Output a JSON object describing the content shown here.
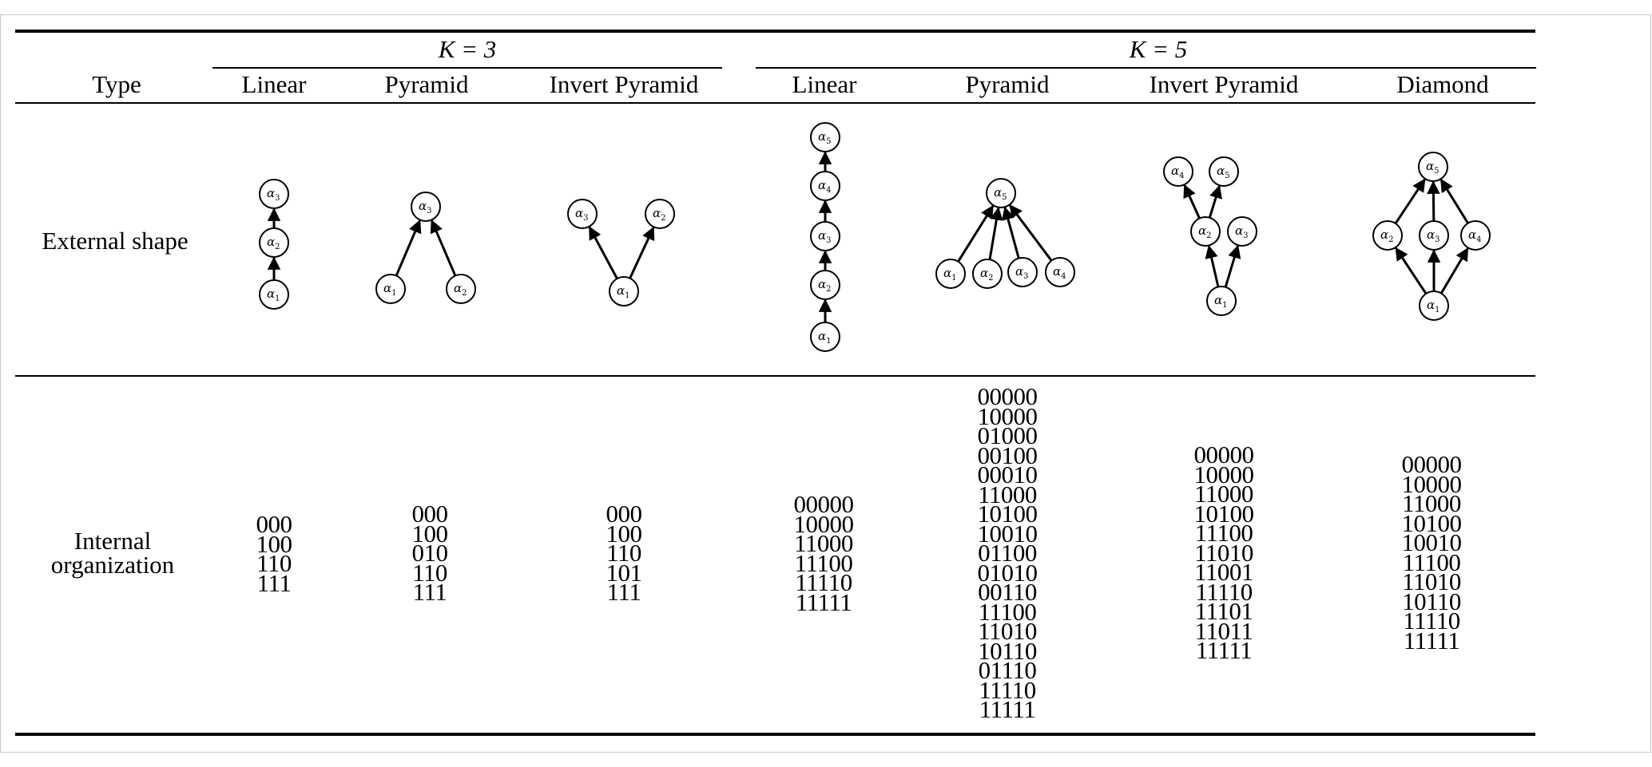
{
  "table": {
    "header": {
      "type_label": "Type",
      "groups": [
        {
          "k_label": "K = 3",
          "columns": [
            "Linear",
            "Pyramid",
            "Invert Pyramid"
          ]
        },
        {
          "k_label": "K = 5",
          "columns": [
            "Linear",
            "Pyramid",
            "Invert Pyramid",
            "Diamond"
          ]
        }
      ]
    },
    "rows": {
      "external_label": "External shape",
      "internal_label_line1": "Internal",
      "internal_label_line2": "organization"
    },
    "node_symbol": "α",
    "shapes": [
      {
        "column": "K3-Linear",
        "nodes": [
          "1",
          "2",
          "3"
        ],
        "edges": [
          [
            "1",
            "2"
          ],
          [
            "2",
            "3"
          ]
        ]
      },
      {
        "column": "K3-Pyramid",
        "nodes": [
          "1",
          "2",
          "3"
        ],
        "edges": [
          [
            "1",
            "3"
          ],
          [
            "2",
            "3"
          ]
        ]
      },
      {
        "column": "K3-Invert Pyramid",
        "nodes": [
          "1",
          "2",
          "3"
        ],
        "edges": [
          [
            "1",
            "3"
          ],
          [
            "1",
            "2"
          ]
        ]
      },
      {
        "column": "K5-Linear",
        "nodes": [
          "1",
          "2",
          "3",
          "4",
          "5"
        ],
        "edges": [
          [
            "1",
            "2"
          ],
          [
            "2",
            "3"
          ],
          [
            "3",
            "4"
          ],
          [
            "4",
            "5"
          ]
        ]
      },
      {
        "column": "K5-Pyramid",
        "nodes": [
          "1",
          "2",
          "3",
          "4",
          "5"
        ],
        "edges": [
          [
            "1",
            "5"
          ],
          [
            "2",
            "5"
          ],
          [
            "3",
            "5"
          ],
          [
            "4",
            "5"
          ]
        ]
      },
      {
        "column": "K5-Invert Pyramid",
        "nodes": [
          "1",
          "2",
          "3",
          "4",
          "5"
        ],
        "edges": [
          [
            "1",
            "2"
          ],
          [
            "1",
            "3"
          ],
          [
            "2",
            "4"
          ],
          [
            "2",
            "5"
          ]
        ]
      },
      {
        "column": "K5-Diamond",
        "nodes": [
          "1",
          "2",
          "3",
          "4",
          "5"
        ],
        "edges": [
          [
            "1",
            "2"
          ],
          [
            "1",
            "3"
          ],
          [
            "1",
            "4"
          ],
          [
            "2",
            "5"
          ],
          [
            "3",
            "5"
          ],
          [
            "4",
            "5"
          ]
        ]
      }
    ],
    "internal": [
      [
        "000",
        "100",
        "110",
        "111"
      ],
      [
        "000",
        "100",
        "010",
        "110",
        "111"
      ],
      [
        "000",
        "100",
        "110",
        "101",
        "111"
      ],
      [
        "00000",
        "10000",
        "11000",
        "11100",
        "11110",
        "11111"
      ],
      [
        "00000",
        "10000",
        "01000",
        "00100",
        "00010",
        "11000",
        "10100",
        "10010",
        "01100",
        "01010",
        "00110",
        "11100",
        "11010",
        "10110",
        "01110",
        "11110",
        "11111"
      ],
      [
        "00000",
        "10000",
        "11000",
        "10100",
        "11100",
        "11010",
        "11001",
        "11110",
        "11101",
        "11011",
        "11111"
      ],
      [
        "00000",
        "10000",
        "11000",
        "10100",
        "10010",
        "11100",
        "11010",
        "10110",
        "11110",
        "11111"
      ]
    ]
  }
}
